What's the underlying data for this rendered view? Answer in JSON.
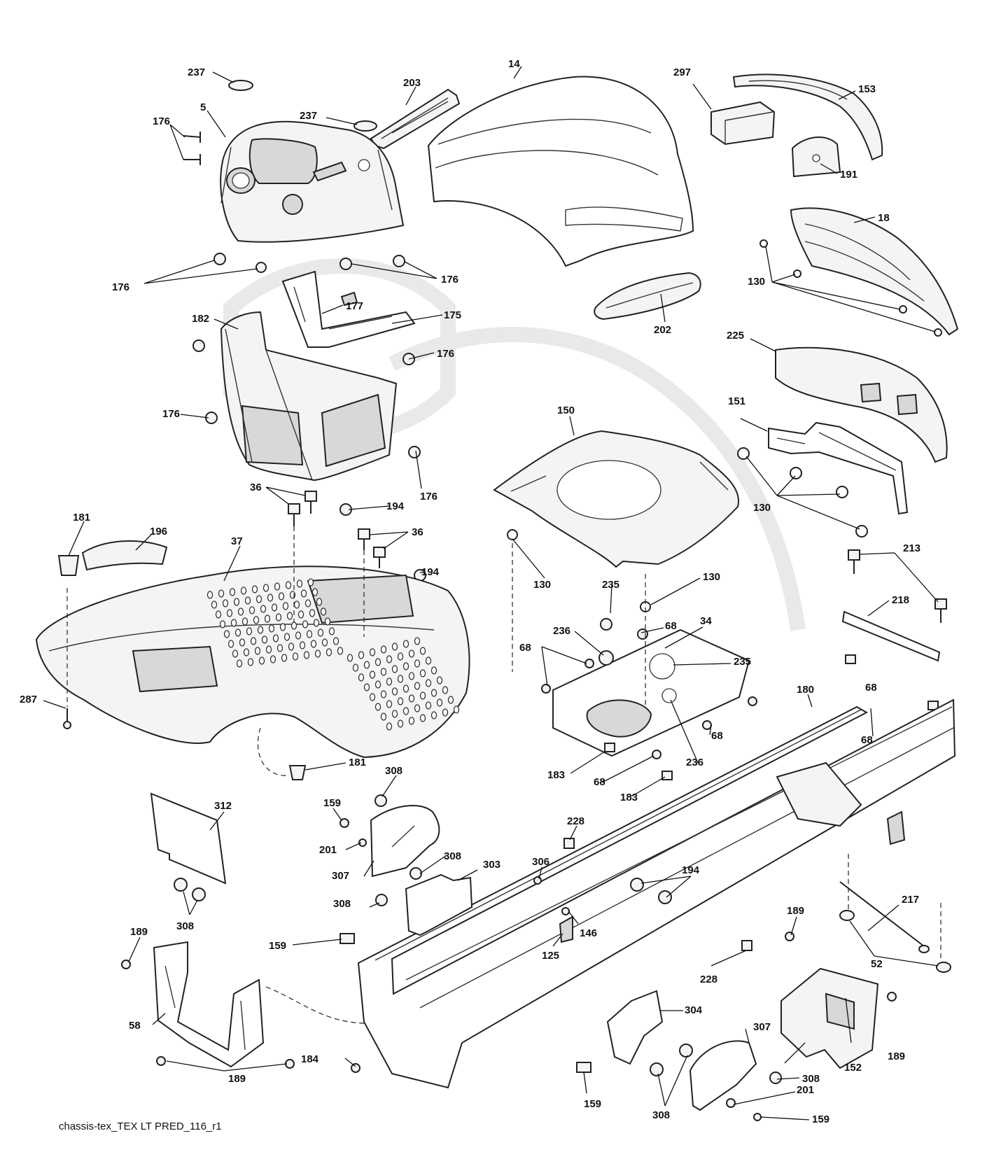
{
  "drawing_id": "chassis-tex_TEX LT PRED_116_r1",
  "callouts": [
    {
      "id": "c237a",
      "text": "237"
    },
    {
      "id": "c203",
      "text": "203"
    },
    {
      "id": "c14",
      "text": "14"
    },
    {
      "id": "c297",
      "text": "297"
    },
    {
      "id": "c153",
      "text": "153"
    },
    {
      "id": "c176a",
      "text": "176"
    },
    {
      "id": "c5",
      "text": "5"
    },
    {
      "id": "c237b",
      "text": "237"
    },
    {
      "id": "c191",
      "text": "191"
    },
    {
      "id": "c18",
      "text": "18"
    },
    {
      "id": "c176b",
      "text": "176"
    },
    {
      "id": "c176c",
      "text": "176"
    },
    {
      "id": "c130a",
      "text": "130"
    },
    {
      "id": "c177",
      "text": "177"
    },
    {
      "id": "c182",
      "text": "182"
    },
    {
      "id": "c175",
      "text": "175"
    },
    {
      "id": "c202",
      "text": "202"
    },
    {
      "id": "c225",
      "text": "225"
    },
    {
      "id": "c176d",
      "text": "176"
    },
    {
      "id": "c176e",
      "text": "176"
    },
    {
      "id": "c150",
      "text": "150"
    },
    {
      "id": "c151",
      "text": "151"
    },
    {
      "id": "c176f",
      "text": "176"
    },
    {
      "id": "c36a",
      "text": "36"
    },
    {
      "id": "c194a",
      "text": "194"
    },
    {
      "id": "c181a",
      "text": "181"
    },
    {
      "id": "c196",
      "text": "196"
    },
    {
      "id": "c130b",
      "text": "130"
    },
    {
      "id": "c37",
      "text": "37"
    },
    {
      "id": "c36b",
      "text": "36"
    },
    {
      "id": "c213",
      "text": "213"
    },
    {
      "id": "c194b",
      "text": "194"
    },
    {
      "id": "c130c",
      "text": "130"
    },
    {
      "id": "c130d",
      "text": "130"
    },
    {
      "id": "c235a",
      "text": "235"
    },
    {
      "id": "c218",
      "text": "218"
    },
    {
      "id": "c68a",
      "text": "68"
    },
    {
      "id": "c236a",
      "text": "236"
    },
    {
      "id": "c34",
      "text": "34"
    },
    {
      "id": "c68b",
      "text": "68"
    },
    {
      "id": "c235b",
      "text": "235"
    },
    {
      "id": "c68c",
      "text": "68"
    },
    {
      "id": "c287",
      "text": "287"
    },
    {
      "id": "c180",
      "text": "180"
    },
    {
      "id": "c68d",
      "text": "68"
    },
    {
      "id": "c68e",
      "text": "68"
    },
    {
      "id": "c236b",
      "text": "236"
    },
    {
      "id": "c181b",
      "text": "181"
    },
    {
      "id": "c183a",
      "text": "183"
    },
    {
      "id": "c68f",
      "text": "68"
    },
    {
      "id": "c308a",
      "text": "308"
    },
    {
      "id": "c183b",
      "text": "183"
    },
    {
      "id": "c159a",
      "text": "159"
    },
    {
      "id": "c312",
      "text": "312"
    },
    {
      "id": "c228a",
      "text": "228"
    },
    {
      "id": "c201a",
      "text": "201"
    },
    {
      "id": "c308b",
      "text": "308"
    },
    {
      "id": "c306",
      "text": "306"
    },
    {
      "id": "c194c",
      "text": "194"
    },
    {
      "id": "c307a",
      "text": "307"
    },
    {
      "id": "c303",
      "text": "303"
    },
    {
      "id": "c217",
      "text": "217"
    },
    {
      "id": "c308c",
      "text": "308"
    },
    {
      "id": "c189a",
      "text": "189"
    },
    {
      "id": "c308d",
      "text": "308"
    },
    {
      "id": "c146",
      "text": "146"
    },
    {
      "id": "c189b",
      "text": "189"
    },
    {
      "id": "c159b",
      "text": "159"
    },
    {
      "id": "c125",
      "text": "125"
    },
    {
      "id": "c52",
      "text": "52"
    },
    {
      "id": "c228b",
      "text": "228"
    },
    {
      "id": "c304",
      "text": "304"
    },
    {
      "id": "c58",
      "text": "58"
    },
    {
      "id": "c307b",
      "text": "307"
    },
    {
      "id": "c189c",
      "text": "189"
    },
    {
      "id": "c308e",
      "text": "308"
    },
    {
      "id": "c184",
      "text": "184"
    },
    {
      "id": "c152",
      "text": "152"
    },
    {
      "id": "c189d",
      "text": "189"
    },
    {
      "id": "c201b",
      "text": "201"
    },
    {
      "id": "c159c",
      "text": "159"
    },
    {
      "id": "c308f",
      "text": "308"
    },
    {
      "id": "c159d",
      "text": "159"
    }
  ]
}
